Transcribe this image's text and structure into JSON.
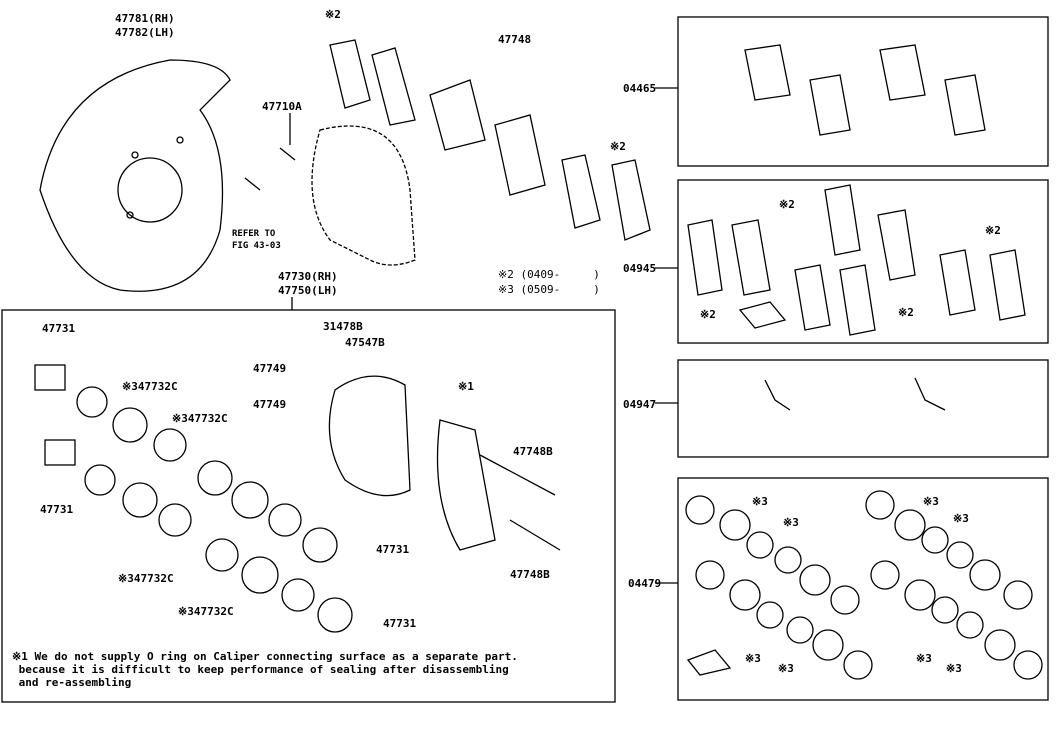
{
  "labels": {
    "a": "47781(RH)",
    "b": "47782(LH)",
    "c": "※2",
    "d": "47748",
    "e": "47710A",
    "f": "REFER TO",
    "g": "FIG 43-03",
    "h": "47730(RH)",
    "i": "47750(LH)",
    "j": "※2 (0409-     )",
    "k": "※3 (0509-     )",
    "l": "※2",
    "m": "04465",
    "n": "04945",
    "o": "04947",
    "p": "04479",
    "q": "47731",
    "r": "31478B",
    "s": "47547B",
    "t": "47749",
    "u": "※1",
    "v": "※347732C",
    "w": "47749",
    "x": "※347732C",
    "y": "47748B",
    "z": "47731",
    "aa": "47731",
    "ab": "47748B",
    "ac": "※347732C",
    "ad": "※347732C",
    "ae": "47731",
    "r1": "※2",
    "r2": "※2",
    "r3": "※2",
    "r4": "※2",
    "s1": "※3",
    "s2": "※3",
    "s3": "※3",
    "s4": "※3",
    "s5": "※3",
    "s6": "※3",
    "s7": "※3",
    "s8": "※3"
  },
  "note": "※1 We do not supply O ring on Caliper connecting surface as a separate part.\n because it is difficult to keep performance of sealing after disassembling\n and re-assembling"
}
